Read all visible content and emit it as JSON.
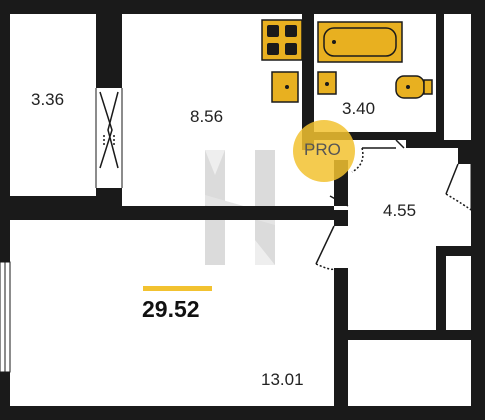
{
  "rooms": {
    "balcony": {
      "area": "3.36"
    },
    "kitchen": {
      "area": "8.56"
    },
    "bathroom": {
      "area": "3.40"
    },
    "hallway": {
      "area": "4.55"
    },
    "living_room": {
      "area": "13.01"
    }
  },
  "total_area": "29.52",
  "badge": {
    "text": "PRO"
  },
  "colors": {
    "wall": "#1a1a1a",
    "fixture": "#e8b020",
    "accent_bar": "#f2c230",
    "watermark": "#b8b8b8"
  },
  "icons": [
    "kitchen-stove-icon",
    "bathtub-icon",
    "washbasin-icon",
    "toilet-icon",
    "door-swing-icon",
    "window-icon",
    "watermark-logo-icon"
  ]
}
